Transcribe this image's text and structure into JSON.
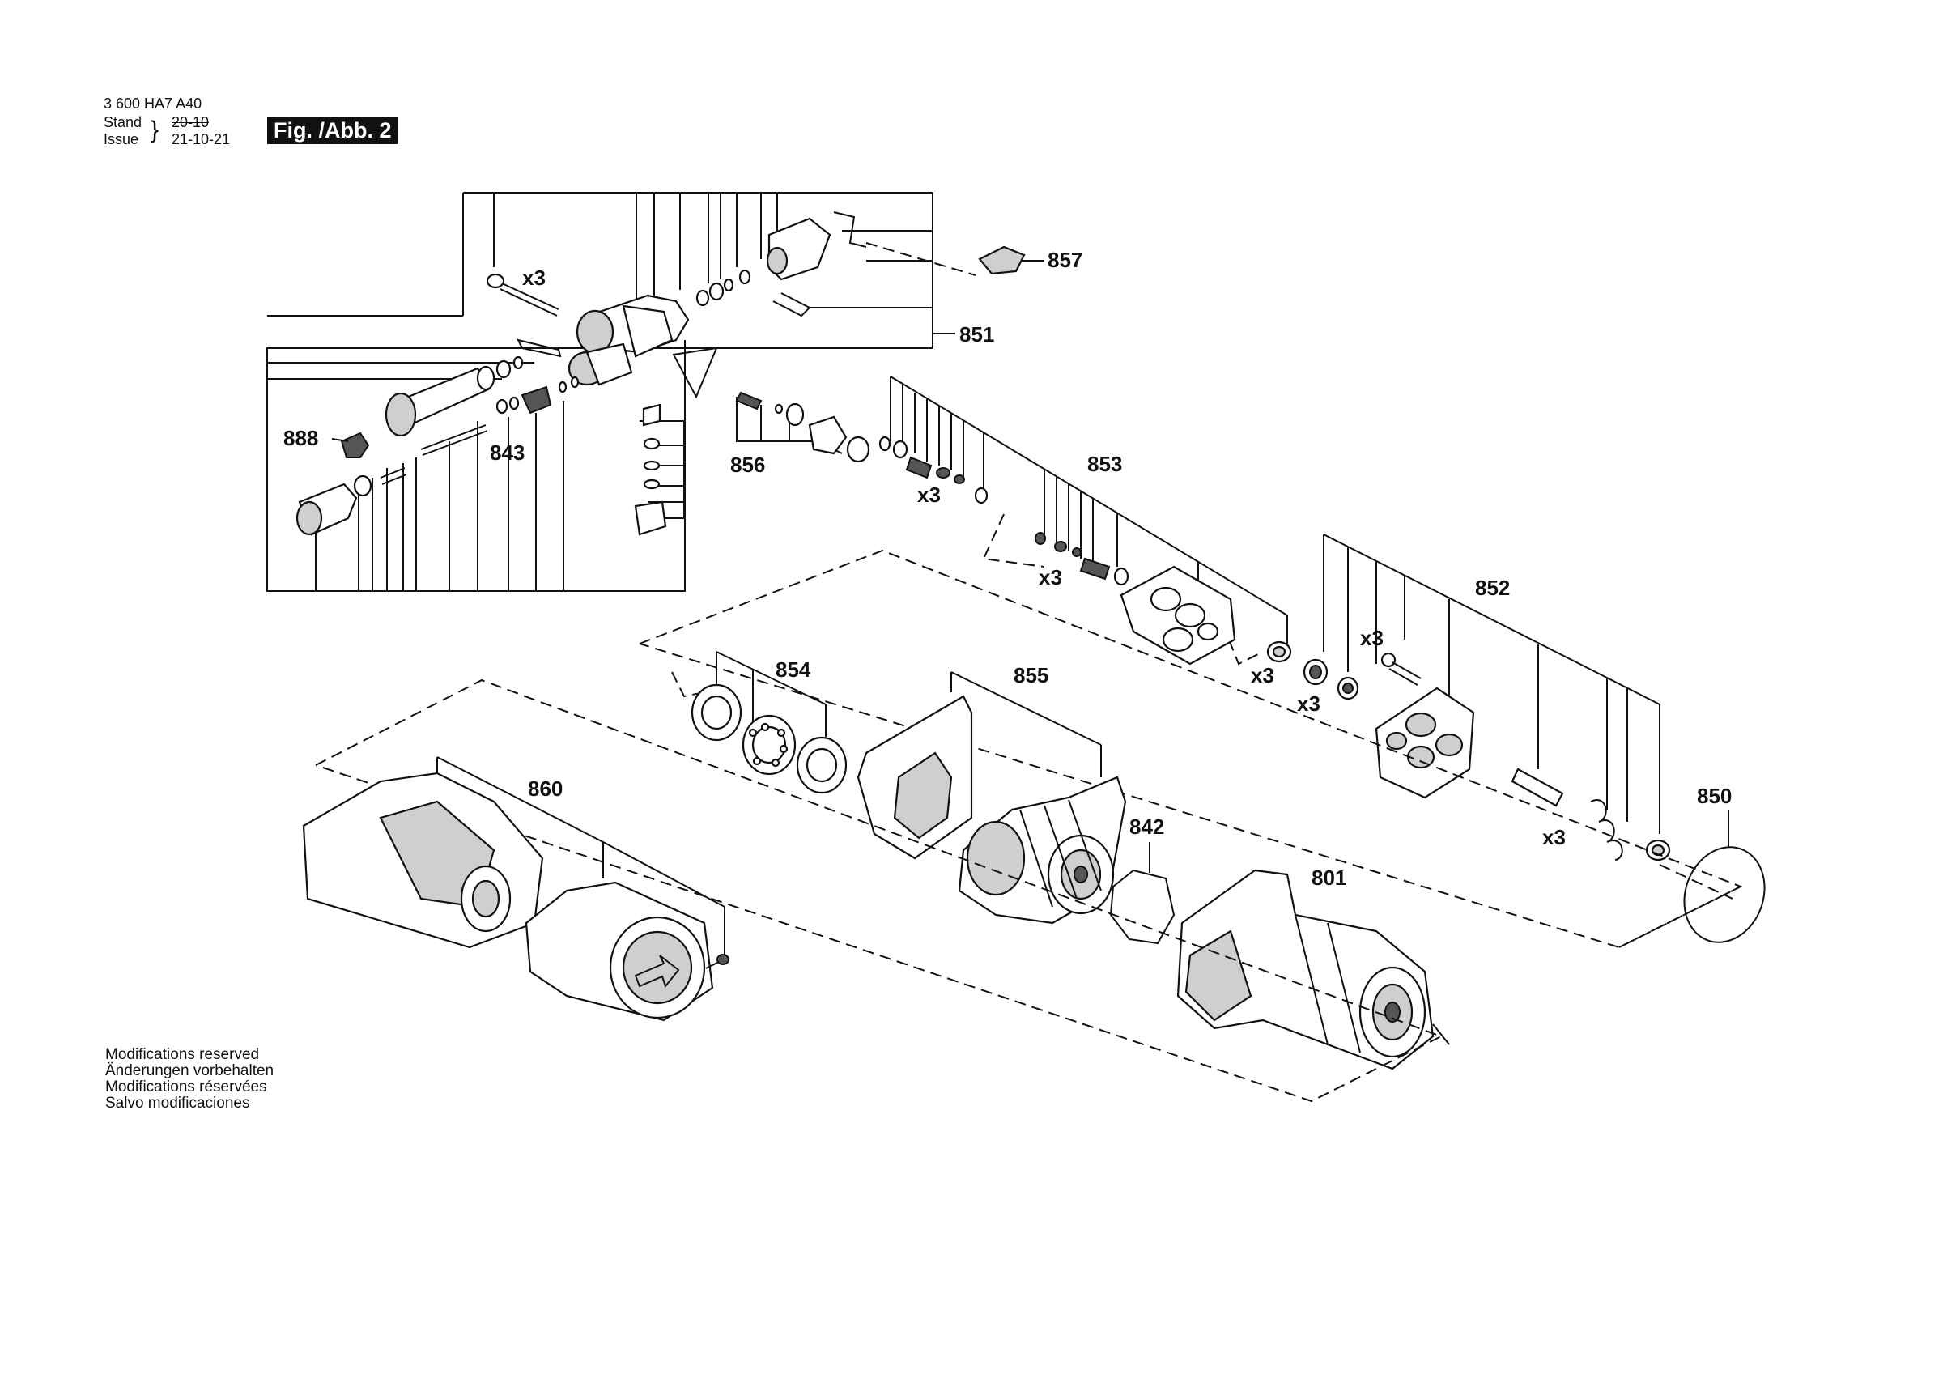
{
  "header": {
    "doc_number": "3 600 HA7 A40",
    "stand_label": "Stand",
    "issue_label": "Issue",
    "old_date": "20-10",
    "date": "21-10-21",
    "figure": "Fig. /Abb. 2"
  },
  "notes": [
    "Modifications reserved",
    "Änderungen vorbehalten",
    "Modifications réservées",
    "Salvo modificaciones"
  ],
  "callouts": {
    "p801": "801",
    "p842": "842",
    "p843": "843",
    "p850": "850",
    "p851": "851",
    "p852": "852",
    "p853": "853",
    "p854": "854",
    "p855": "855",
    "p856": "856",
    "p857": "857",
    "p860": "860",
    "p888": "888"
  },
  "quantities": {
    "q1": "x3",
    "q2": "x3",
    "q3": "x3",
    "q4": "x3",
    "q5": "x3",
    "q6": "x3",
    "q7": "x3"
  }
}
